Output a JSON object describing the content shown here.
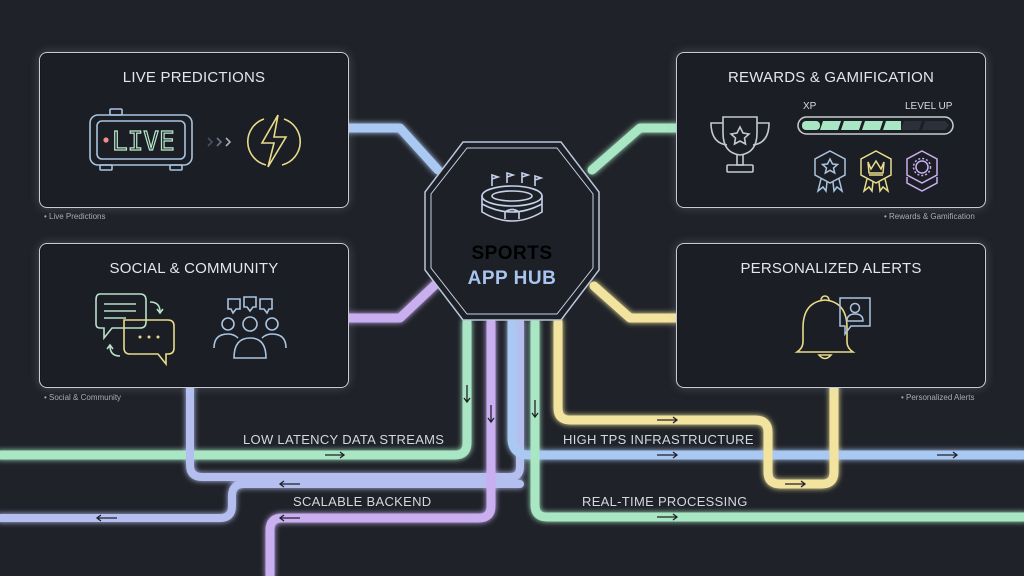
{
  "hub": {
    "line1": "SPORTS",
    "line2": "APP HUB",
    "icon": "stadium-icon",
    "line1_color": "#e6e8ee",
    "line2_color": "#a9c4ee"
  },
  "cards": {
    "live": {
      "title": "LIVE PREDICTIONS",
      "caption": "• Live Predictions",
      "display_text": "LIVE",
      "icons": [
        "live-clock-display-icon",
        "chevrons-right-icon",
        "lightning-bolt-icon"
      ]
    },
    "rewards": {
      "title": "REWARDS & GAMIFICATION",
      "caption": "• Rewards & Gamification",
      "xp_label": "XP",
      "level_up_label": "LEVEL UP",
      "xp_segments_filled": 5,
      "xp_segments_total": 7,
      "icons": [
        "trophy-icon",
        "star-badge-icon",
        "crown-badge-icon",
        "gear-badge-icon"
      ]
    },
    "social": {
      "title": "SOCIAL & COMMUNITY",
      "caption": "• Social & Community",
      "icons": [
        "chat-bubbles-icon",
        "community-group-icon"
      ]
    },
    "alerts": {
      "title": "PERSONALIZED ALERTS",
      "caption": "• Personalized Alerts",
      "icons": [
        "bell-icon",
        "user-message-icon"
      ]
    }
  },
  "flows": {
    "low_latency": "LOW LATENCY DATA STREAMS",
    "scalable": "SCALABLE BACKEND",
    "high_tps": "HIGH TPS INFRASTRUCTURE",
    "realtime": "REAL-TIME PROCESSING"
  },
  "colors": {
    "background": "#1f2228",
    "blue": "#a9c8f2",
    "green": "#a8e6c4",
    "purple": "#c9aef0",
    "yellow": "#f2e49e",
    "periwinkle": "#b4bff0",
    "card_border": "#c9ccd6"
  }
}
